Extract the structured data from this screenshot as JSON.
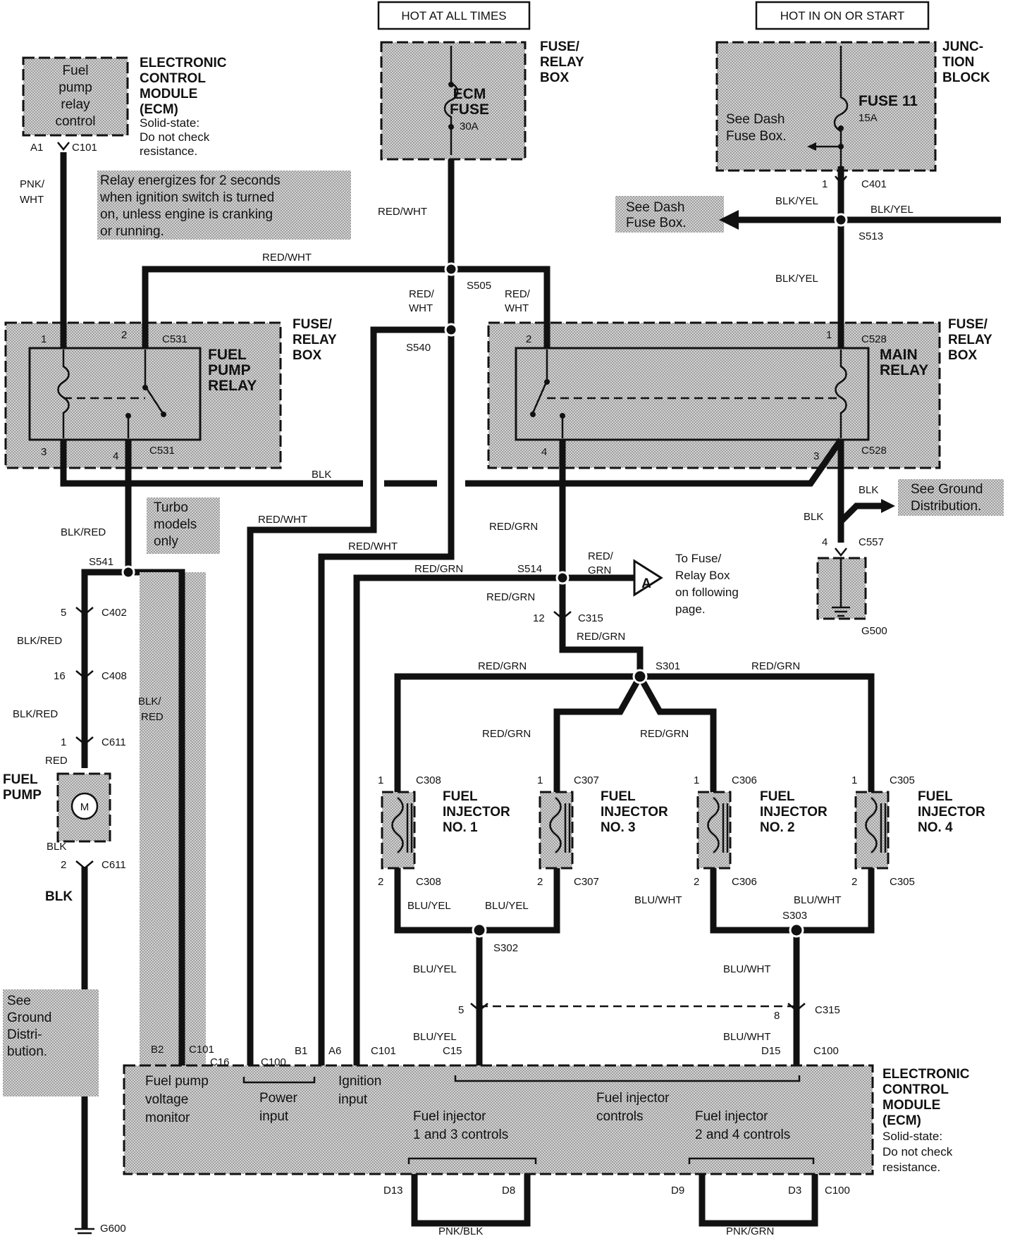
{
  "supply": {
    "hot_at_all_times": "HOT AT ALL TIMES",
    "hot_in_on_or_start": "HOT IN ON OR START"
  },
  "ecm_top": {
    "title_lines": [
      "ELECTRONIC",
      "CONTROL",
      "MODULE",
      "(ECM)"
    ],
    "note_lines": [
      "Solid-state:",
      "Do not check",
      "resistance."
    ],
    "box_lines": [
      "Fuel",
      "pump",
      "relay",
      "control"
    ],
    "pin": "A1",
    "connector": "C101"
  },
  "fuse_relay_box_top": {
    "title_lines": [
      "FUSE/",
      "RELAY",
      "BOX"
    ],
    "fuse_lines": [
      "ECM",
      "FUSE"
    ],
    "rating": "30A"
  },
  "junction_block": {
    "title_lines": [
      "JUNC-",
      "TION",
      "BLOCK"
    ],
    "fuse_name": "FUSE 11",
    "rating": "15A",
    "note_lines": [
      "See Dash",
      "Fuse Box."
    ],
    "pin": "1",
    "connector": "C401"
  },
  "see_dash_fuse_box": [
    "See Dash",
    "Fuse Box."
  ],
  "relay_note": [
    "Relay energizes for 2 seconds",
    "when ignition switch is turned",
    "on, unless engine is cranking",
    "or running."
  ],
  "fuel_pump_relay": {
    "box_title_lines": [
      "FUSE/",
      "RELAY",
      "BOX"
    ],
    "name_lines": [
      "FUEL",
      "PUMP",
      "RELAY"
    ],
    "connector": "C531",
    "pins": [
      "1",
      "2",
      "3",
      "4"
    ]
  },
  "main_relay": {
    "box_title_lines": [
      "FUSE/",
      "RELAY",
      "BOX"
    ],
    "name_lines": [
      "MAIN",
      "RELAY"
    ],
    "connector": "C528",
    "pins": [
      "1",
      "2",
      "3",
      "4"
    ]
  },
  "splices": [
    "S505",
    "S540",
    "S513",
    "S541",
    "S514",
    "S301",
    "S302",
    "S303"
  ],
  "wire_colors": {
    "red_wht": "RED/WHT",
    "red_wht_split": [
      "RED/",
      "WHT"
    ],
    "pnk_wht_split": [
      "PNK/",
      "WHT"
    ],
    "blk_yel": "BLK/YEL",
    "blk": "BLK",
    "blk_red": "BLK/RED",
    "blk_red_split": [
      "BLK/",
      "RED"
    ],
    "red": "RED",
    "red_grn": "RED/GRN",
    "red_grn_split": [
      "RED/",
      "GRN"
    ],
    "blu_yel": "BLU/YEL",
    "blu_wht": "BLU/WHT",
    "pnk_blk": "PNK/BLK",
    "pnk_grn": "PNK/GRN"
  },
  "turbo_note": [
    "Turbo",
    "models",
    "only"
  ],
  "ground_distribution_right": [
    "See Ground",
    "Distribution."
  ],
  "ground_distribution_left": [
    "See",
    "Ground",
    "Distri-",
    "bution."
  ],
  "connectors": {
    "c557": "C557",
    "c557_pin": "4",
    "g500": "G500",
    "g600": "G600",
    "c402": "C402",
    "c402_pin": "5",
    "c408": "C408",
    "c408_pin": "16",
    "c611": "C611",
    "c611_pin1": "1",
    "c611_pin2": "2",
    "c315": "C315",
    "c315_pin12": "12",
    "c315_pin5": "5",
    "c315_pin8": "8",
    "c308": "C308",
    "c307": "C307",
    "c306": "C306",
    "c305": "C305",
    "pin1": "1",
    "pin2": "2",
    "c100": "C100",
    "c101": "C101",
    "b2": "B2",
    "c16": "C16",
    "b1": "B1",
    "a6": "A6",
    "c15": "C15",
    "d15": "D15",
    "d13": "D13",
    "d8": "D8",
    "d9": "D9",
    "d3": "D3"
  },
  "fuel_pump": {
    "label_lines": [
      "FUEL",
      "PUMP"
    ],
    "motor": "M"
  },
  "to_fuse_box": {
    "arrow": "A",
    "lines": [
      "To Fuse/",
      "Relay Box",
      "on following",
      "page."
    ]
  },
  "injectors": [
    {
      "lines": [
        "FUEL",
        "INJECTOR",
        "NO. 1"
      ]
    },
    {
      "lines": [
        "FUEL",
        "INJECTOR",
        "NO. 3"
      ]
    },
    {
      "lines": [
        "FUEL",
        "INJECTOR",
        "NO. 2"
      ]
    },
    {
      "lines": [
        "FUEL",
        "INJECTOR",
        "NO. 4"
      ]
    }
  ],
  "ecm_bottom": {
    "title_lines": [
      "ELECTRONIC",
      "CONTROL",
      "MODULE",
      "(ECM)"
    ],
    "note_lines": [
      "Solid-state:",
      "Do not check",
      "resistance."
    ],
    "fuel_pump_voltage": [
      "Fuel pump",
      "voltage",
      "monitor"
    ],
    "power_input": [
      "Power",
      "input"
    ],
    "ignition_input": [
      "Ignition",
      "input"
    ],
    "injector_controls": [
      "Fuel injector",
      "controls"
    ],
    "inj_13": [
      "Fuel injector",
      "1 and 3 controls"
    ],
    "inj_24": [
      "Fuel injector",
      "2 and 4 controls"
    ]
  }
}
